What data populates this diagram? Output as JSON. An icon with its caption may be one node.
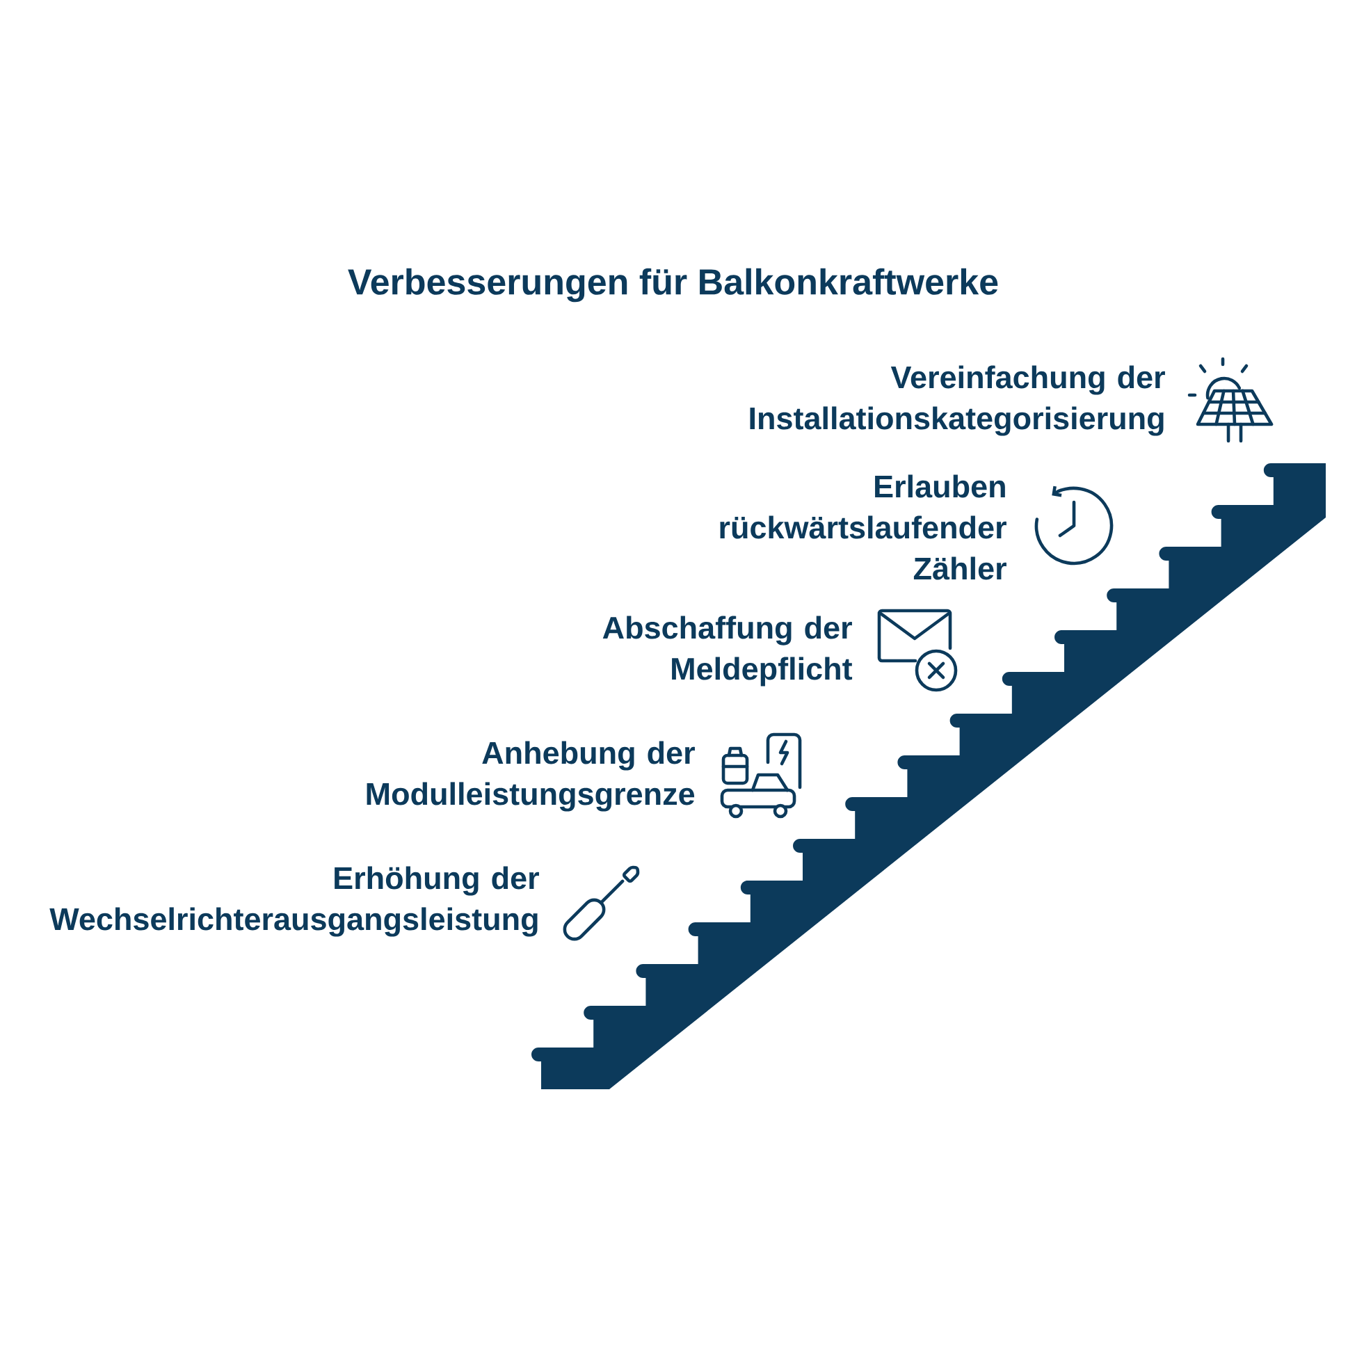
{
  "diagram": {
    "title": "Verbesserungen für Balkonkraftwerke",
    "labels": [
      "Vereinfachung der Installationskategorisierung",
      "Erlauben rückwärtslaufender Zähler",
      "Abschaffung der Meldepflicht",
      "Anhebung der Modulleistungsgrenze",
      "Erhöhung der Wechselrichterausgangsleistung"
    ]
  }
}
